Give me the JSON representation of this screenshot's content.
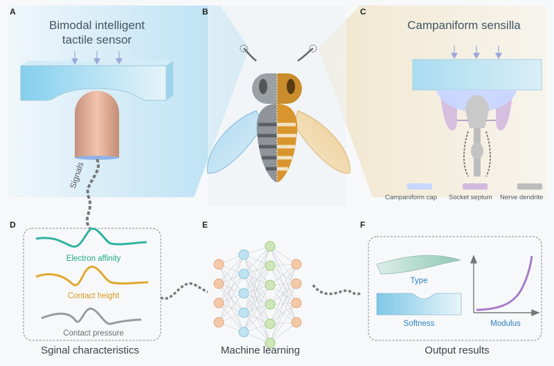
{
  "panels": {
    "a": {
      "letter": "A",
      "title_line1": "Bimodal intelligent",
      "title_line2": "tactile sensor",
      "signals_label": "Signals"
    },
    "b": {
      "letter": "B"
    },
    "c": {
      "letter": "C",
      "title": "Campaniform sensilla",
      "legend": [
        {
          "label": "Campaniform cap",
          "color": "#c9d6ff"
        },
        {
          "label": "Socket septum",
          "color": "#d3b8df"
        },
        {
          "label": "Nerve dendrite",
          "color": "#bdbdbd"
        }
      ]
    },
    "d": {
      "letter": "D",
      "caption": "Sginal characteristics",
      "signals": [
        {
          "label": "Electron affinity",
          "color": "#1fa98a"
        },
        {
          "label": "Contact height",
          "color": "#d99a1a"
        },
        {
          "label": "Contact pressure",
          "color": "#6c6c6c"
        }
      ]
    },
    "e": {
      "letter": "E",
      "caption": "Machine learning"
    },
    "f": {
      "letter": "F",
      "caption": "Output results",
      "items": {
        "type": "Type",
        "softness": "Softness",
        "modulus": "Modulus"
      }
    }
  },
  "colors": {
    "accent_blue": "#8fd1ee",
    "accent_tan": "#f1e3c2",
    "caption_blue": "#2b7fc0"
  }
}
